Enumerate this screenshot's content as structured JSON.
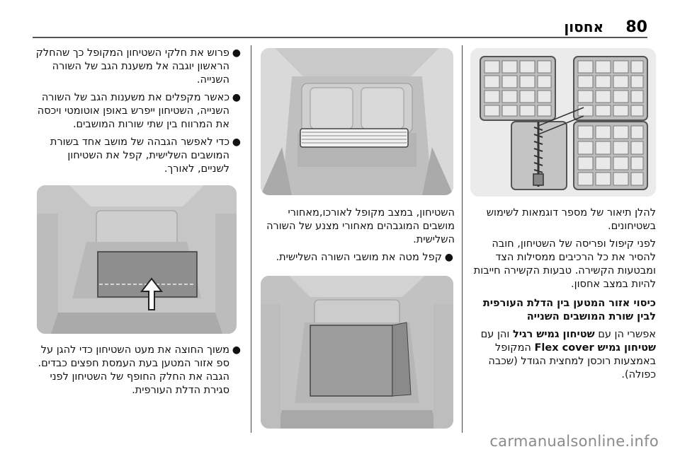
{
  "header": {
    "page_number": "80",
    "section_title": "אחסון"
  },
  "right_column": {
    "para1": "להלן תיאור של מספר דוגמאות לשימוש בשטיחונים.",
    "para2": "לפני קיפול ופריסה של השטיחון, חובה להסיר את כל הרכיבים ממסילות הצד ומבטעות הקשירה. טבעות הקשירה חייבות להיות במצב אחסון.",
    "subhead": "כיסוי אזור המטען בין הדלת העורפית לבין שורת המושבים השנייה",
    "para3_prefix": "אפשרי הן עם ",
    "para3_bold1": "שטיחון גמיש רגיל",
    "para3_mid": " והן עם ",
    "para3_bold2": "שטיחון גמיש Flex cover",
    "para3_suffix": " המקופל באמצעות רוכסן למחצית הגודל (שכבה כפולה)."
  },
  "middle_column": {
    "para1": "השטיחון, במצב מקופל לאורכו,מאחורי מושבים המוגבהים מאחורי מצנע של השורה השלישית.",
    "bullet1": "קפל מטה את מושבי השורה השלישית."
  },
  "left_column": {
    "bullet1": "פרוש את חלקי השטיחון המקופל כך שהחלק הראשון יוגבה אל משענת הגב של השורה השנייה.",
    "bullet2": "כאשר מקפלים את משענות הגב של השורה השנייה, השטיחון ייפרש באופן אוטומטי ויכסה את המרווח בין שתי שורות המושבים.",
    "bullet3": "כדי לאפשר הגבהה של מושב אחד בשורת המושבים השלישית, קפל את השטיחון לשניים, לאורך.",
    "bullet4": "משוך החוצה את מעט השטיחון כדי להגן על ספ אזור המטען בעת העמסת חפצים כבדים. הגבה את החלק החופף של השטיחון לפני סגירת הדלת העורפית."
  },
  "bullet_symbol": "●",
  "watermark": "carmanualsonline.info"
}
